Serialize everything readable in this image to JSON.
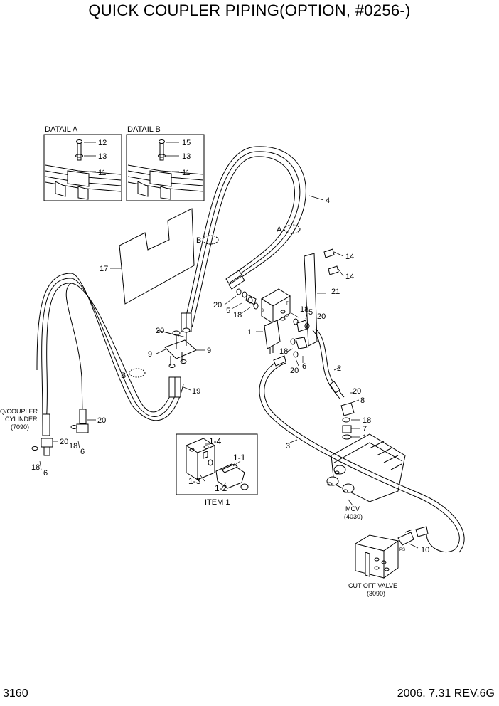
{
  "title": "QUICK COUPLER PIPING(OPTION, #0256-)",
  "page_number": "3160",
  "revision": "2006. 7.31  REV.6G",
  "details": [
    {
      "label": "DATAIL A",
      "callouts": [
        "12",
        "13",
        "11"
      ]
    },
    {
      "label": "DATAIL B",
      "callouts": [
        "15",
        "13",
        "11"
      ]
    }
  ],
  "item1": {
    "label": "ITEM 1",
    "callouts": [
      "1-4",
      "1-1",
      "1-3",
      "1-2"
    ]
  },
  "section_marks": {
    "a": "A",
    "b1": "B",
    "b2": "B"
  },
  "port_marks": {
    "a": "A",
    "b": "B",
    "t": "T",
    "p": "P",
    "ps": "PS"
  },
  "components": {
    "qcoupler_line1": "Q/COUPLER",
    "qcoupler_line2": "CYLINDER",
    "qcoupler_ref": "(7090)",
    "mcv": "MCV",
    "mcv_ref": "(4030)",
    "cutoff": "CUT OFF VALVE",
    "cutoff_ref": "(3090)"
  },
  "callouts": {
    "c4": "4",
    "c14a": "14",
    "c14b": "14",
    "c21": "21",
    "c17": "17",
    "c20a": "20",
    "c5a": "5",
    "c18a": "18",
    "c18b": "18",
    "c5b": "5",
    "c20b": "20",
    "c1": "1",
    "c18c": "18",
    "c20c": "20",
    "c6a": "6",
    "c2": "2",
    "c20d": "20",
    "c9a": "9",
    "c9b": "9",
    "c19": "19",
    "c20e": "20",
    "c8": "8",
    "c18d": "18",
    "c7": "7",
    "c16": "16",
    "c3": "3",
    "c20f": "20",
    "c20g": "20",
    "c18e": "18",
    "c6b": "6",
    "c18f": "18",
    "c6c": "6",
    "c10": "10"
  }
}
